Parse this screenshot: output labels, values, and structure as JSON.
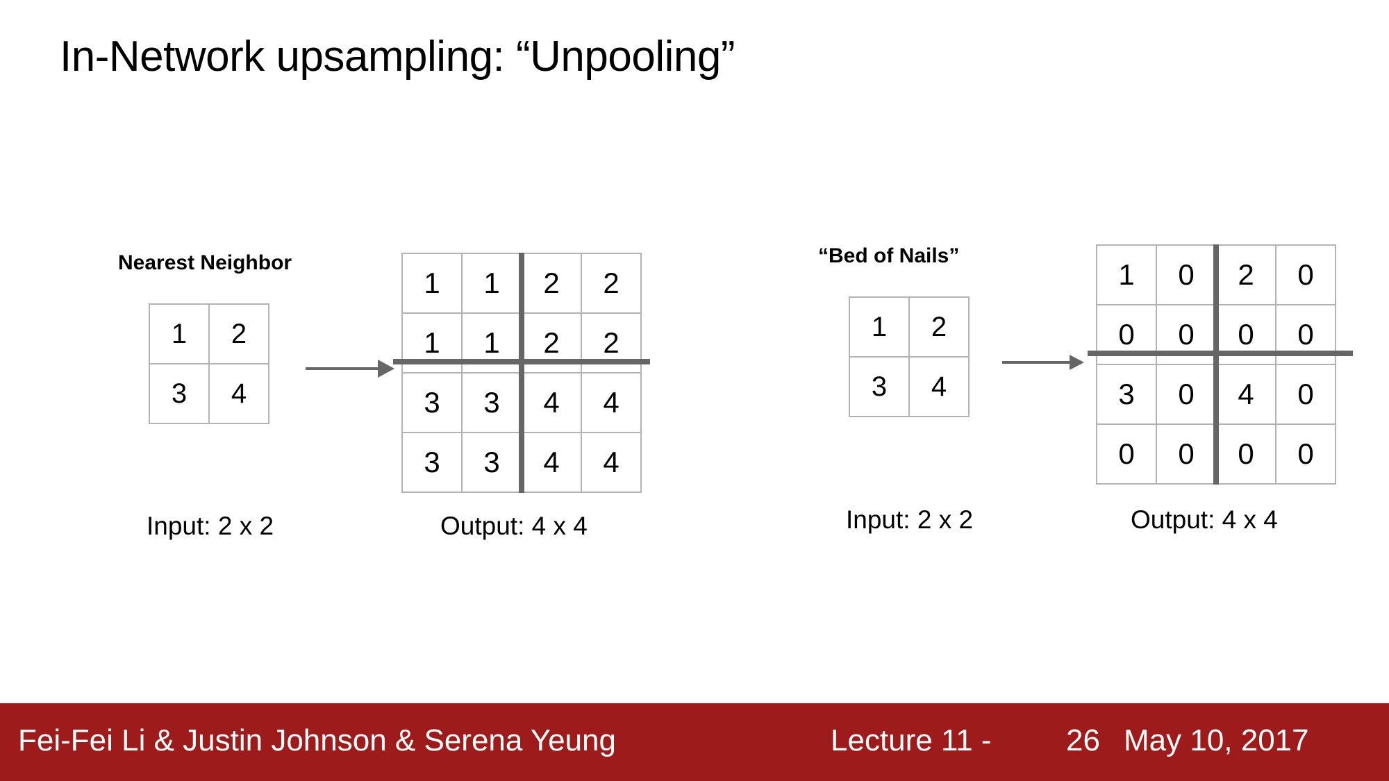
{
  "slide": {
    "title": "In-Network upsampling: “Unpooling”",
    "background_color": "#ffffff"
  },
  "panels": [
    {
      "id": "nearest-neighbor",
      "heading": "Nearest Neighbor",
      "input_caption": "Input: 2 x 2",
      "output_caption": "Output: 4 x 4",
      "input_grid": {
        "rows": 2,
        "cols": 2,
        "values": [
          [
            "1",
            "2"
          ],
          [
            "3",
            "4"
          ]
        ]
      },
      "output_grid": {
        "rows": 4,
        "cols": 4,
        "values": [
          [
            "1",
            "1",
            "2",
            "2"
          ],
          [
            "1",
            "1",
            "2",
            "2"
          ],
          [
            "3",
            "3",
            "4",
            "4"
          ],
          [
            "3",
            "3",
            "4",
            "4"
          ]
        ]
      }
    },
    {
      "id": "bed-of-nails",
      "heading": "“Bed of Nails”",
      "input_caption": "Input: 2 x 2",
      "output_caption": "Output: 4 x 4",
      "input_grid": {
        "rows": 2,
        "cols": 2,
        "values": [
          [
            "1",
            "2"
          ],
          [
            "3",
            "4"
          ]
        ]
      },
      "output_grid": {
        "rows": 4,
        "cols": 4,
        "values": [
          [
            "1",
            "0",
            "2",
            "0"
          ],
          [
            "0",
            "0",
            "0",
            "0"
          ],
          [
            "3",
            "0",
            "4",
            "0"
          ],
          [
            "0",
            "0",
            "0",
            "0"
          ]
        ]
      }
    }
  ],
  "icons": {
    "arrow_right": "arrow-right-icon"
  },
  "colors": {
    "footer_background": "#9e1b1b",
    "footer_text": "#ffffff",
    "grid_line": "#b3b3b3",
    "block_divider": "#666666",
    "arrow": "#666666",
    "text": "#000000"
  },
  "footer": {
    "authors": "Fei-Fei Li & Justin Johnson & Serena Yeung",
    "lecture": "Lecture 11 -",
    "slide_number": "26",
    "date": "May 10, 2017"
  }
}
